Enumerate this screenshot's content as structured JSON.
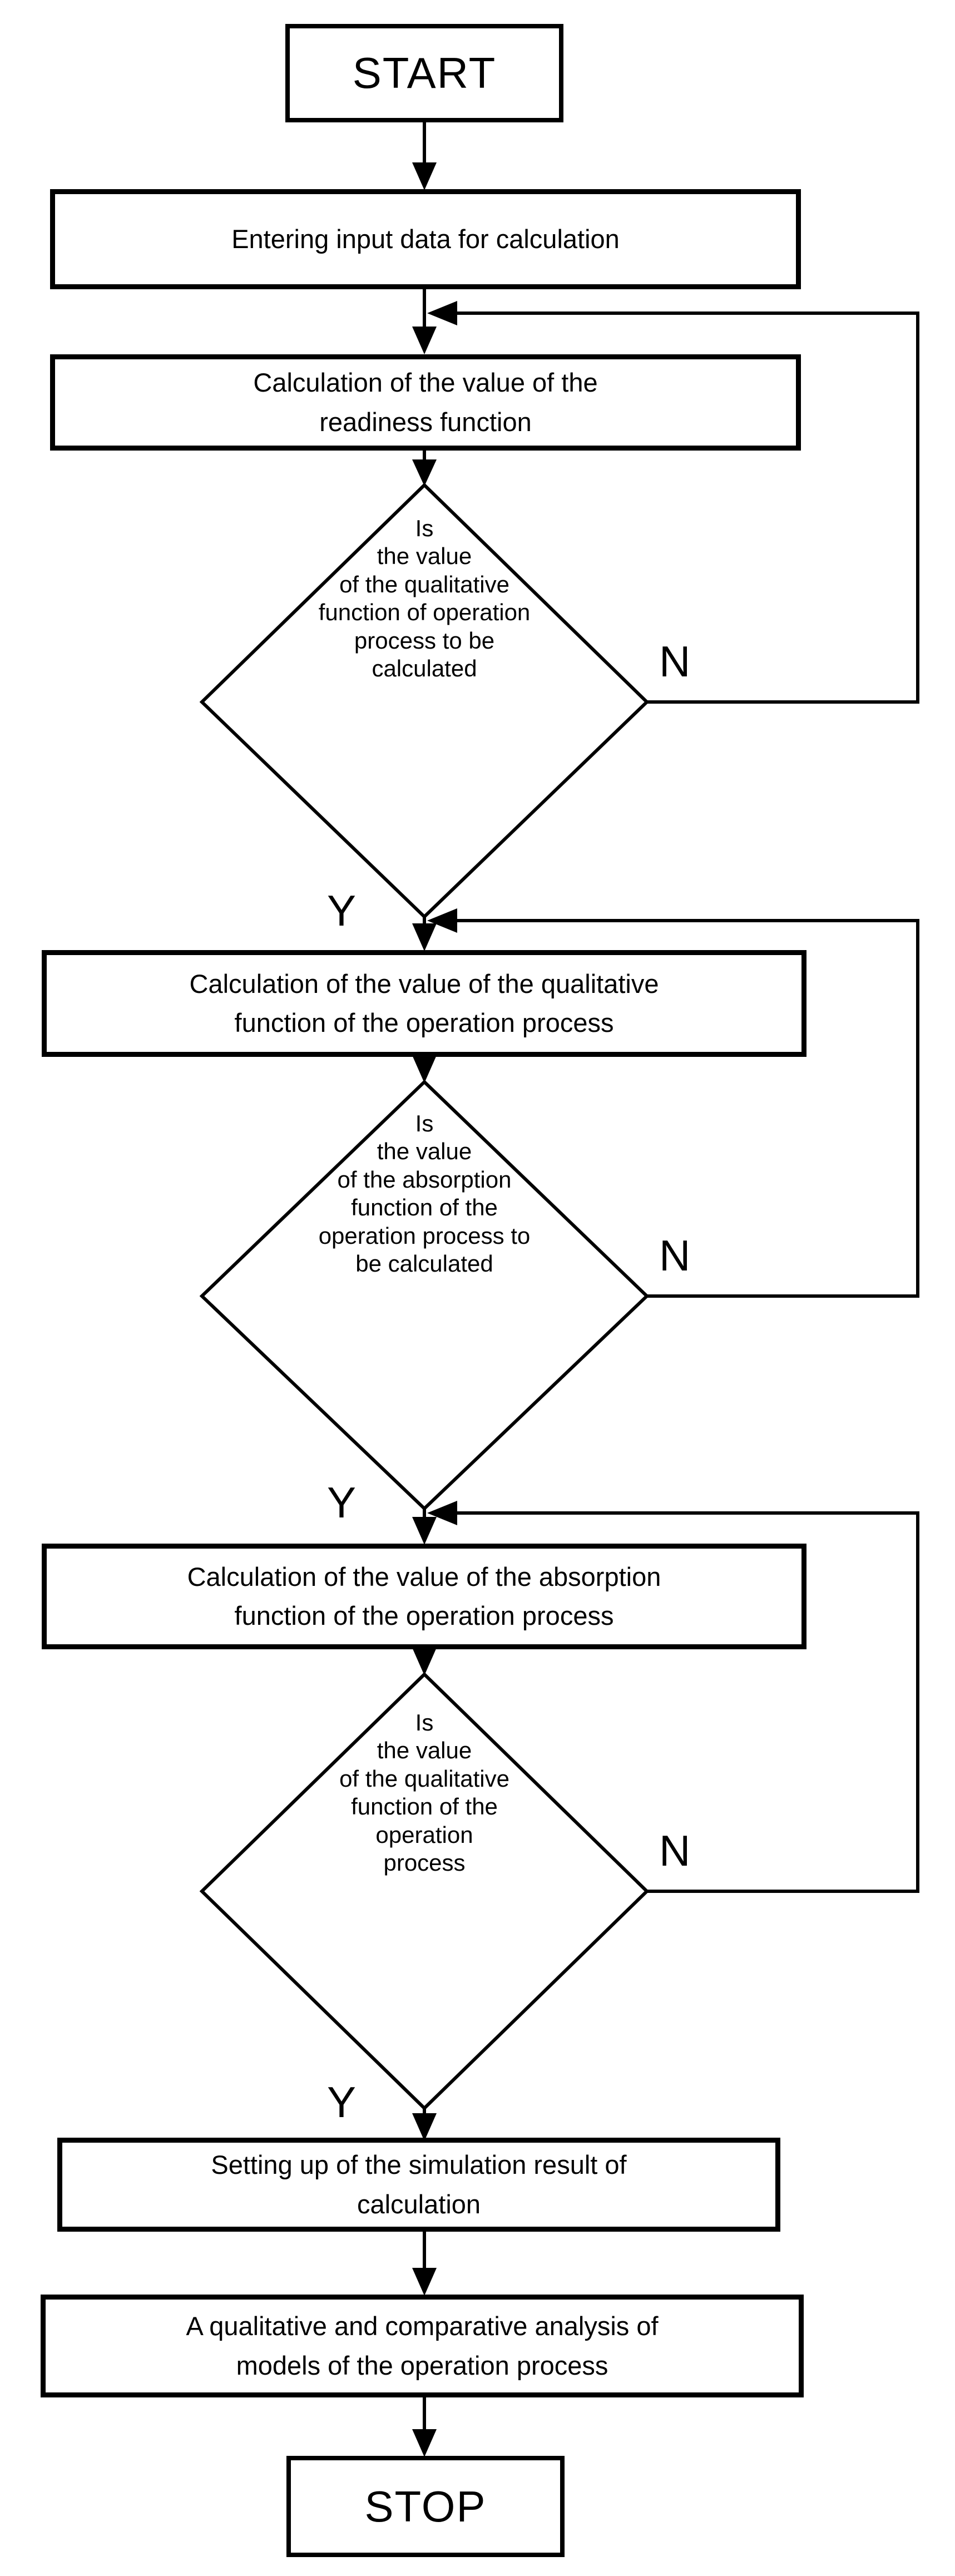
{
  "diagram": {
    "type": "flowchart",
    "background": "#ffffff",
    "line_color": "#000000",
    "nodes": [
      {
        "id": "start",
        "kind": "terminal",
        "label": "START"
      },
      {
        "id": "input",
        "kind": "process",
        "label": "Entering input data for calculation"
      },
      {
        "id": "readiness",
        "kind": "process",
        "label": "Calculation of the value of the\nreadiness function"
      },
      {
        "id": "decision1",
        "kind": "decision",
        "label": "Is\nthe value\nof the qualitative\nfunction of operation\nprocess to be\ncalculated"
      },
      {
        "id": "qualitative",
        "kind": "process",
        "label": "Calculation of the value of the qualitative\nfunction of the operation process"
      },
      {
        "id": "decision2",
        "kind": "decision",
        "label": "Is\nthe value\nof the absorption\nfunction of the\noperation process to\nbe calculated"
      },
      {
        "id": "absorption",
        "kind": "process",
        "label": "Calculation of the value of the absorption\nfunction of the operation process"
      },
      {
        "id": "decision3",
        "kind": "decision",
        "label": "Is\nthe value\nof the qualitative\nfunction of the\noperation\nprocess"
      },
      {
        "id": "result",
        "kind": "process",
        "label": "Setting up of the simulation result of\ncalculation"
      },
      {
        "id": "analysis",
        "kind": "process",
        "label": "A qualitative and comparative analysis of\nmodels of the operation process"
      },
      {
        "id": "stop",
        "kind": "terminal",
        "label": "STOP"
      }
    ],
    "branch_labels": {
      "yes": "Y",
      "no": "N"
    }
  }
}
